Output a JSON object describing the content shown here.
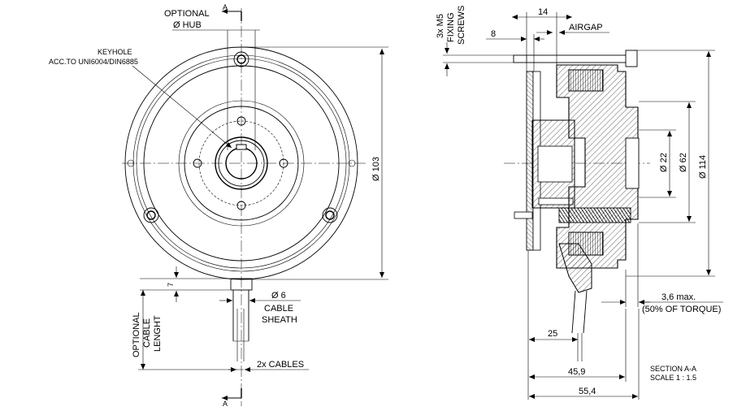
{
  "front_view": {
    "optional_hub_line1": "OPTIONAL",
    "optional_hub_line2": "Ø HUB",
    "section_marker_top": "A",
    "section_marker_bottom": "A",
    "keyhole_line1": "KEYHOLE",
    "keyhole_line2": "ACC.TO UNI6004/DIN6885",
    "dia_103": "Ø 103",
    "dim_7": "7",
    "cable_dia": "Ø 6",
    "cable_sheath_line1": "CABLE",
    "cable_sheath_line2": "SHEATH",
    "optional_cable_line1": "OPTIONAL",
    "optional_cable_line2": "CABLE",
    "optional_cable_line3": "LENGHT",
    "cables_label": "2x CABLES"
  },
  "section_view": {
    "fixing_line1": "3x M5",
    "fixing_line2": "FIXING",
    "fixing_line3": "SCREWS",
    "dim_14": "14",
    "dim_8": "8",
    "airgap": "AIRGAP",
    "dia_22": "Ø 22",
    "dia_62": "Ø 62",
    "dia_114": "Ø 114",
    "max_line1": "3,6 max.",
    "max_line2": "(50% OF TORQUE)",
    "dim_25": "25",
    "dim_45_9": "45,9",
    "dim_55_4": "55,4",
    "section_title": "SECTION A-A",
    "scale": "SCALE 1 : 1.5"
  }
}
